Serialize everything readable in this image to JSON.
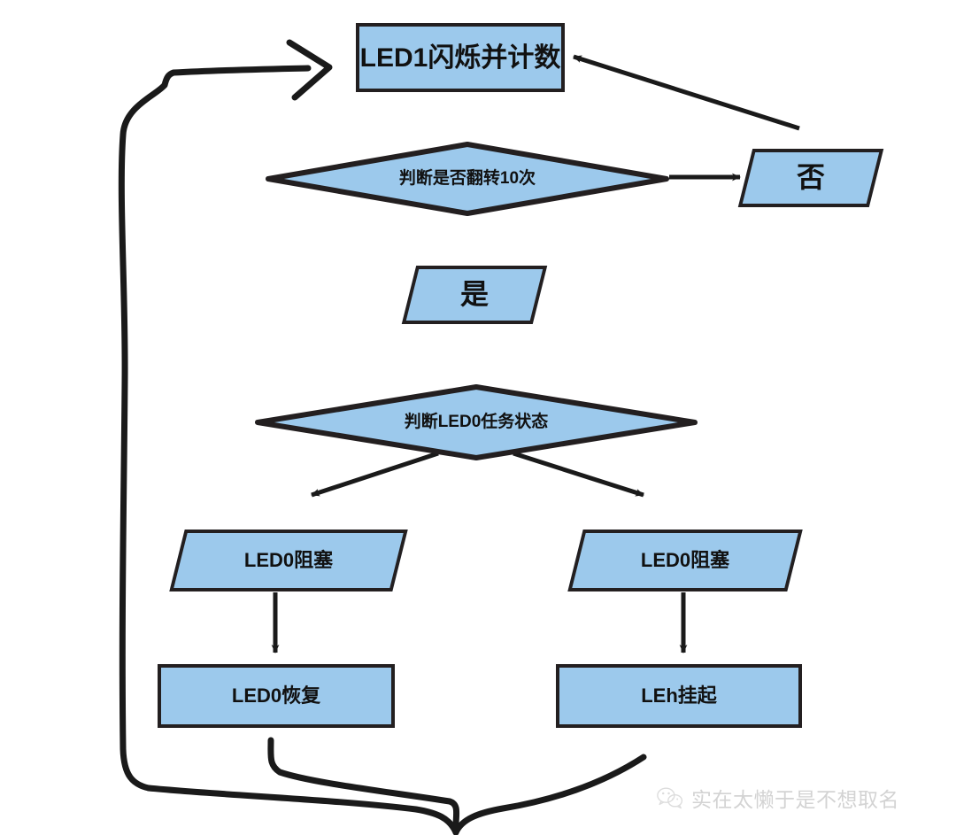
{
  "diagram": {
    "type": "flowchart",
    "title": "LED1/LED0 FreeRTOS task flowchart",
    "colors": {
      "node_fill": "#9CC9EC",
      "node_stroke": "#231f20",
      "connector": "#1a1a1a",
      "background": "#ffffff",
      "watermark": "#b9b9b9"
    },
    "nodes": [
      {
        "id": "n1",
        "shape": "rectangle",
        "label": "LED1闪烁并计数"
      },
      {
        "id": "n2",
        "shape": "diamond",
        "label": "判断是否翻转10次"
      },
      {
        "id": "n3",
        "shape": "parallelogram",
        "label": "否"
      },
      {
        "id": "n4",
        "shape": "parallelogram",
        "label": "是"
      },
      {
        "id": "n5",
        "shape": "diamond",
        "label": "判断LED0任务状态"
      },
      {
        "id": "n6",
        "shape": "parallelogram",
        "label": "LED0阻塞"
      },
      {
        "id": "n7",
        "shape": "parallelogram",
        "label": "LED0阻塞"
      },
      {
        "id": "n8",
        "shape": "rectangle",
        "label": "LED0恢复"
      },
      {
        "id": "n9",
        "shape": "rectangle",
        "label": "LEh挂起"
      }
    ],
    "connectors": [
      {
        "from": "n2",
        "to": "n3",
        "style": "straight-arrow",
        "direction": "right"
      },
      {
        "from": "n3",
        "to": "n1",
        "style": "straight-arrow",
        "direction": "up-left"
      },
      {
        "from": "n5",
        "to": "n6",
        "style": "straight-arrow",
        "direction": "down-left"
      },
      {
        "from": "n5",
        "to": "n7",
        "style": "straight-arrow",
        "direction": "down-right"
      },
      {
        "from": "n6",
        "to": "n8",
        "style": "straight-arrow",
        "direction": "down"
      },
      {
        "from": "n7",
        "to": "n9",
        "style": "straight-arrow",
        "direction": "down"
      },
      {
        "from": "n8",
        "to": "n1",
        "style": "loop-back",
        "direction": "left-up"
      },
      {
        "from": "n9",
        "to": "n1",
        "style": "loop-back",
        "direction": "left-up"
      }
    ]
  },
  "watermark": {
    "icon": "wechat-icon",
    "text": "实在太懒于是不想取名"
  }
}
